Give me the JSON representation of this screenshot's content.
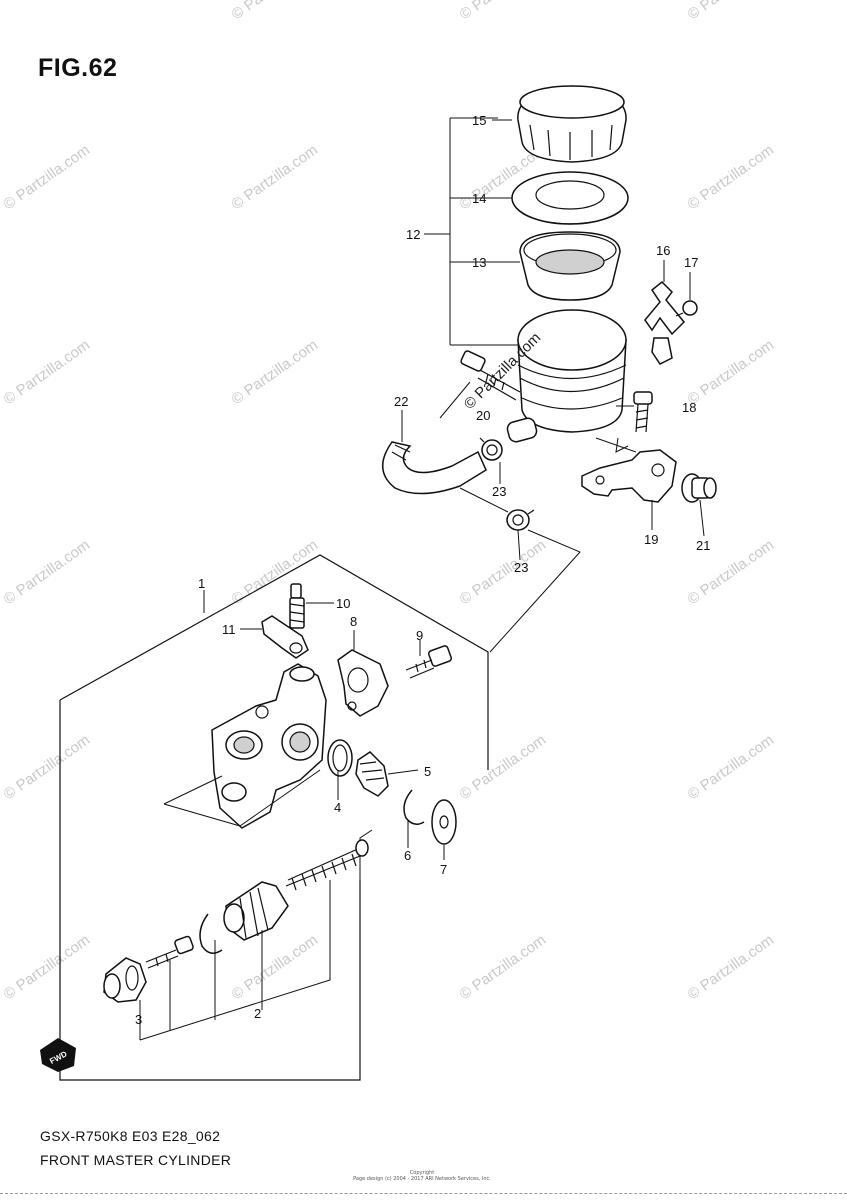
{
  "figure": {
    "title": "FIG.62",
    "model_code": "GSX-R750K8 E03 E28_062",
    "caption": "FRONT MASTER CYLINDER"
  },
  "watermark": {
    "text": "© Partzilla.com",
    "color": "#c9c9c9"
  },
  "copyright": {
    "line1": "Copyright",
    "line2": "Page design (c) 2004 - 2017 ARI Network Services, Inc."
  },
  "fwd_icon": {
    "label": "FWD"
  },
  "callouts": [
    {
      "num": "1"
    },
    {
      "num": "2"
    },
    {
      "num": "3"
    },
    {
      "num": "4"
    },
    {
      "num": "5"
    },
    {
      "num": "6"
    },
    {
      "num": "7"
    },
    {
      "num": "8"
    },
    {
      "num": "9"
    },
    {
      "num": "10"
    },
    {
      "num": "11"
    },
    {
      "num": "12"
    },
    {
      "num": "13"
    },
    {
      "num": "14"
    },
    {
      "num": "15"
    },
    {
      "num": "16"
    },
    {
      "num": "17"
    },
    {
      "num": "18"
    },
    {
      "num": "19"
    },
    {
      "num": "20"
    },
    {
      "num": "21"
    },
    {
      "num": "22"
    },
    {
      "num": "23"
    },
    {
      "num": "23"
    }
  ]
}
